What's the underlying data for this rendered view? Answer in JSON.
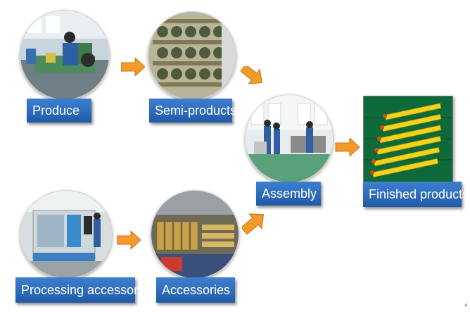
{
  "colors": {
    "label_top": "#3f7fd0",
    "label_bottom": "#1f5aa8",
    "arrow": "#f39a2b",
    "finished_bg": "#0f6a3a"
  },
  "steps": {
    "produce": {
      "label": "Produce",
      "photo_icon": "lathe-workshop-photo"
    },
    "semi_products": {
      "label": "Semi-products",
      "photo_icon": "parts-shelf-photo"
    },
    "assembly": {
      "label": "Assembly",
      "photo_icon": "assembly-hall-photo"
    },
    "finished_products": {
      "label": "Finished products",
      "photo_icon": "finished-products-photo"
    },
    "processing_accessories": {
      "label": "Processing accessories",
      "photo_icon": "cnc-machine-photo"
    },
    "accessories": {
      "label": "Accessories",
      "photo_icon": "accessories-photo"
    }
  },
  "arrow_icon": "orange-arrow-icon",
  "page_number": "4"
}
